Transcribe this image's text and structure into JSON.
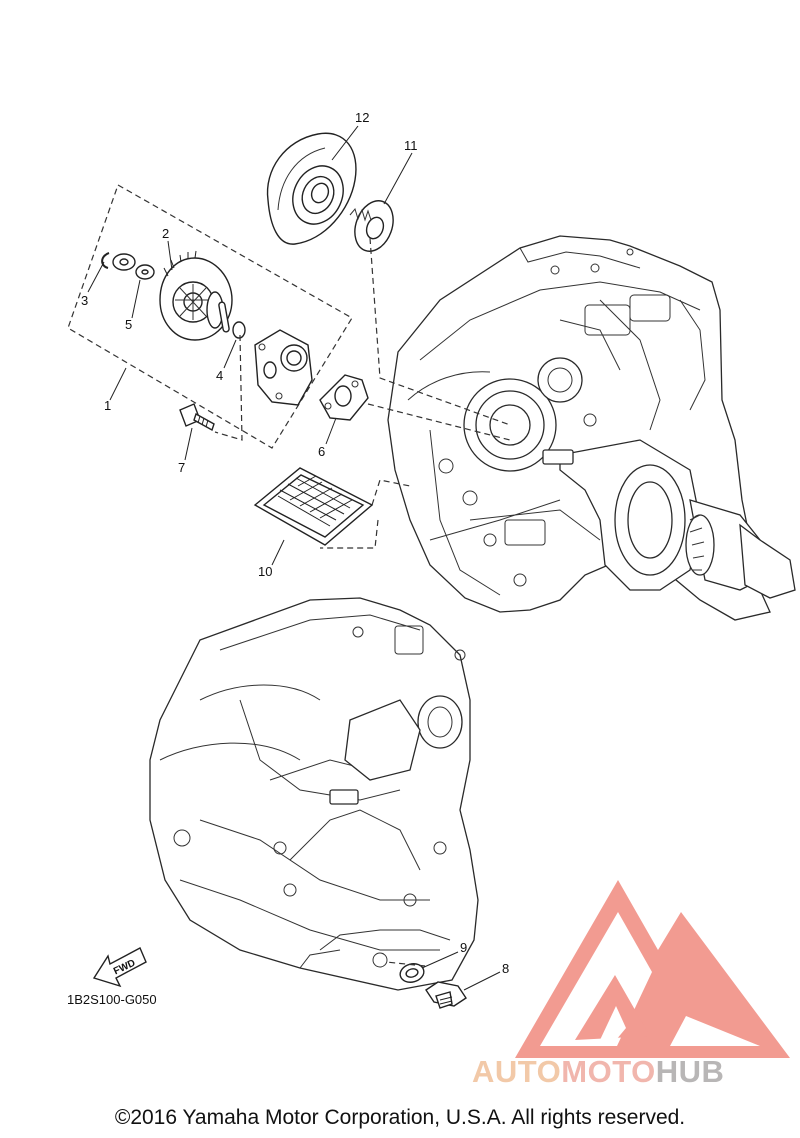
{
  "diagram": {
    "part_labels": [
      "1",
      "2",
      "3",
      "4",
      "5",
      "6",
      "7",
      "8",
      "9",
      "10",
      "11",
      "12"
    ],
    "fwd_label": "FWD",
    "diagram_code": "1B2S100-G050"
  },
  "watermark": {
    "part1": "AUTO",
    "part2": "MOTO",
    "part3": "HUB",
    "colors": {
      "triangle": "#f29b91",
      "auto": "#f2c9a8",
      "moto": "#f1b6ad",
      "hub": "#b8b6b6"
    }
  },
  "footer": {
    "copyright": "©2016 Yamaha Motor Corporation, U.S.A. All rights reserved."
  }
}
